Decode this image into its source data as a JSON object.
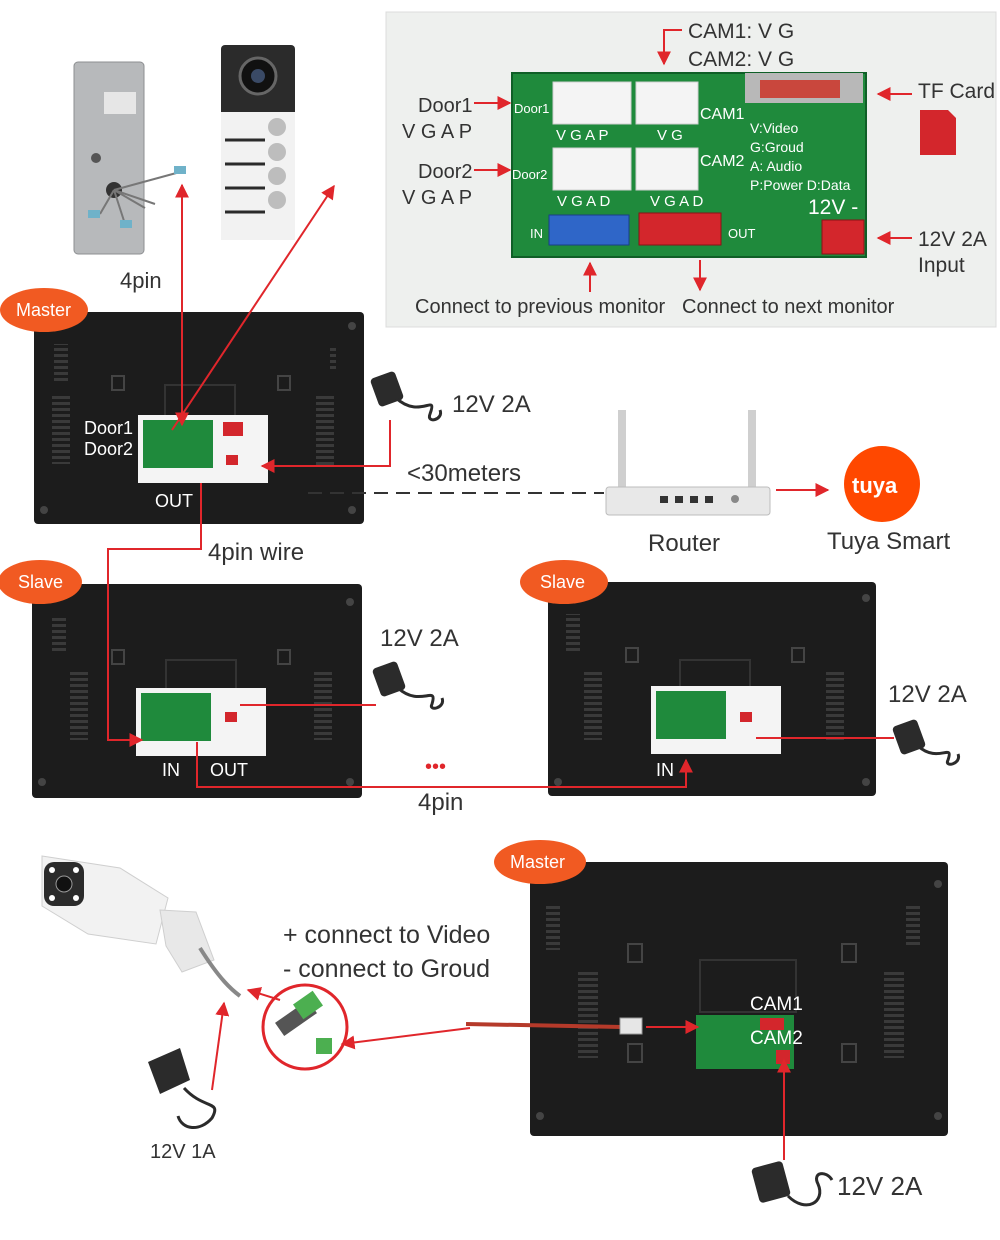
{
  "detail_panel": {
    "cam_header_1": "CAM1:  V  G",
    "cam_header_2": "CAM2:  V  G",
    "door1_label": "Door1",
    "door1_pins": "V  G  A  P",
    "door2_label": "Door2",
    "door2_pins": "V  G  A  P",
    "board_door1": "Door1",
    "board_door2": "Door2",
    "board_vgap": "V G A P",
    "board_vg": "V G",
    "board_vgad_left": "V G A D",
    "board_vgad_right": "V G A D",
    "board_cam1": "CAM1",
    "board_cam2": "CAM2",
    "legend_v": "V:Video",
    "legend_g": "G:Groud",
    "legend_a": "A: Audio",
    "legend_pd": "P:Power D:Data",
    "board_12v": "12V -",
    "board_in": "IN",
    "board_out": "OUT",
    "tf_card": "TF Card",
    "power_input_1": "12V 2A",
    "power_input_2": "Input",
    "connect_prev": "Connect to previous monitor",
    "connect_next": "Connect to next monitor"
  },
  "top_system": {
    "four_pin": "4pin",
    "master_badge": "Master",
    "door1": "Door1",
    "door2": "Door2",
    "out": "OUT",
    "power_master": "12V 2A",
    "distance": "<30meters",
    "router": "Router",
    "tuya_logo": "tuya",
    "tuya_smart": "Tuya Smart",
    "four_pin_wire": "4pin wire",
    "slave_badge_1": "Slave",
    "slave_badge_2": "Slave",
    "power_slave1": "12V 2A",
    "power_slave2": "12V 2A",
    "in_1": "IN",
    "out_1": "OUT",
    "in_2": "IN",
    "ellipsis": "•••",
    "four_pin_bottom": "4pin"
  },
  "camera_section": {
    "video_note": "+ connect to Video",
    "ground_note": "- connect to Groud",
    "camera_power": "12V 1A",
    "master_badge": "Master",
    "cam1": "CAM1",
    "cam2": "CAM2",
    "master_power": "12V 2A"
  },
  "colors": {
    "arrow": "#e0262b",
    "badge": "#f15a22",
    "pcb": "#1f8a3c",
    "monitor": "#1c1c1c",
    "tuya": "#ff4800"
  }
}
